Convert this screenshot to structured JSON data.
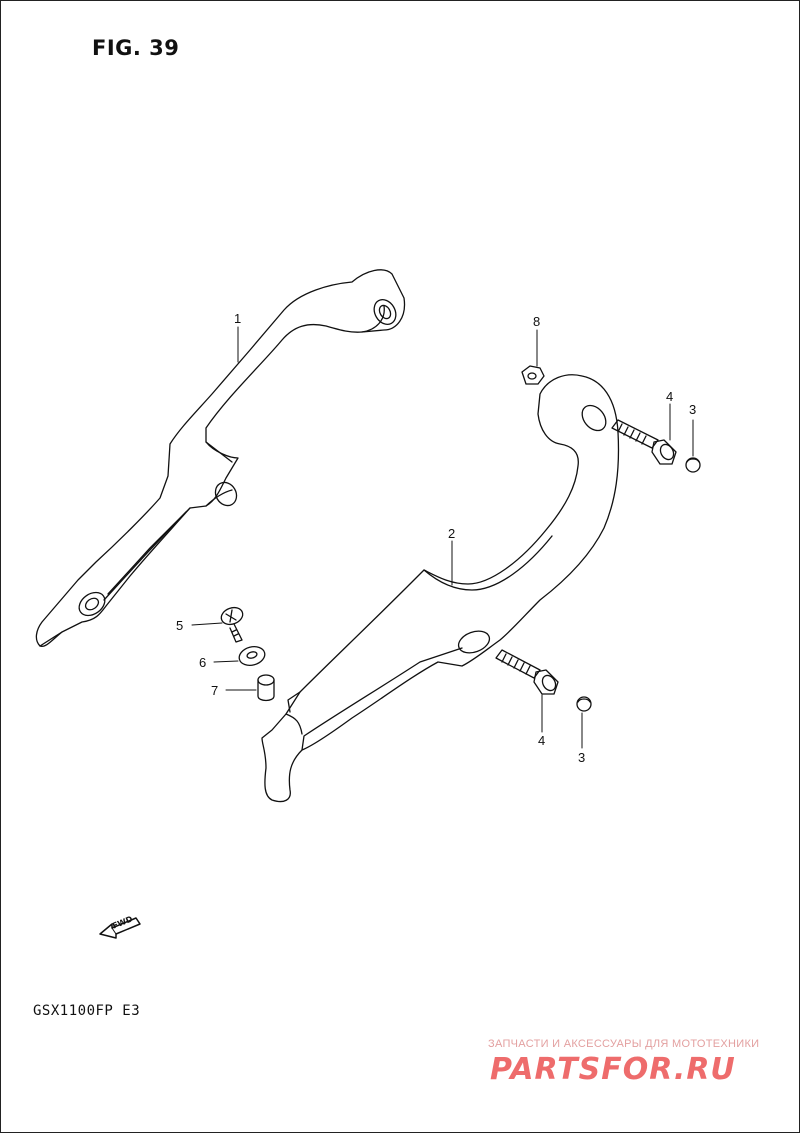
{
  "figure": {
    "title": "FIG. 39"
  },
  "model": {
    "code": "GSX1100FP  E3"
  },
  "parts": [
    {
      "number": "1"
    },
    {
      "number": "2"
    },
    {
      "number": "3"
    },
    {
      "number": "3"
    },
    {
      "number": "4"
    },
    {
      "number": "4"
    },
    {
      "number": "5"
    },
    {
      "number": "6"
    },
    {
      "number": "7"
    },
    {
      "number": "8"
    }
  ],
  "direction_arrow": {
    "label": "FWD",
    "icon": "fwd-arrow-icon"
  },
  "watermark": {
    "tagline": "ЗАПЧАСТИ И АКСЕССУАРЫ ДЛЯ МОТОТЕХНИКИ",
    "logo": "PARTSFOR.RU",
    "color": "#ee6c6c"
  }
}
